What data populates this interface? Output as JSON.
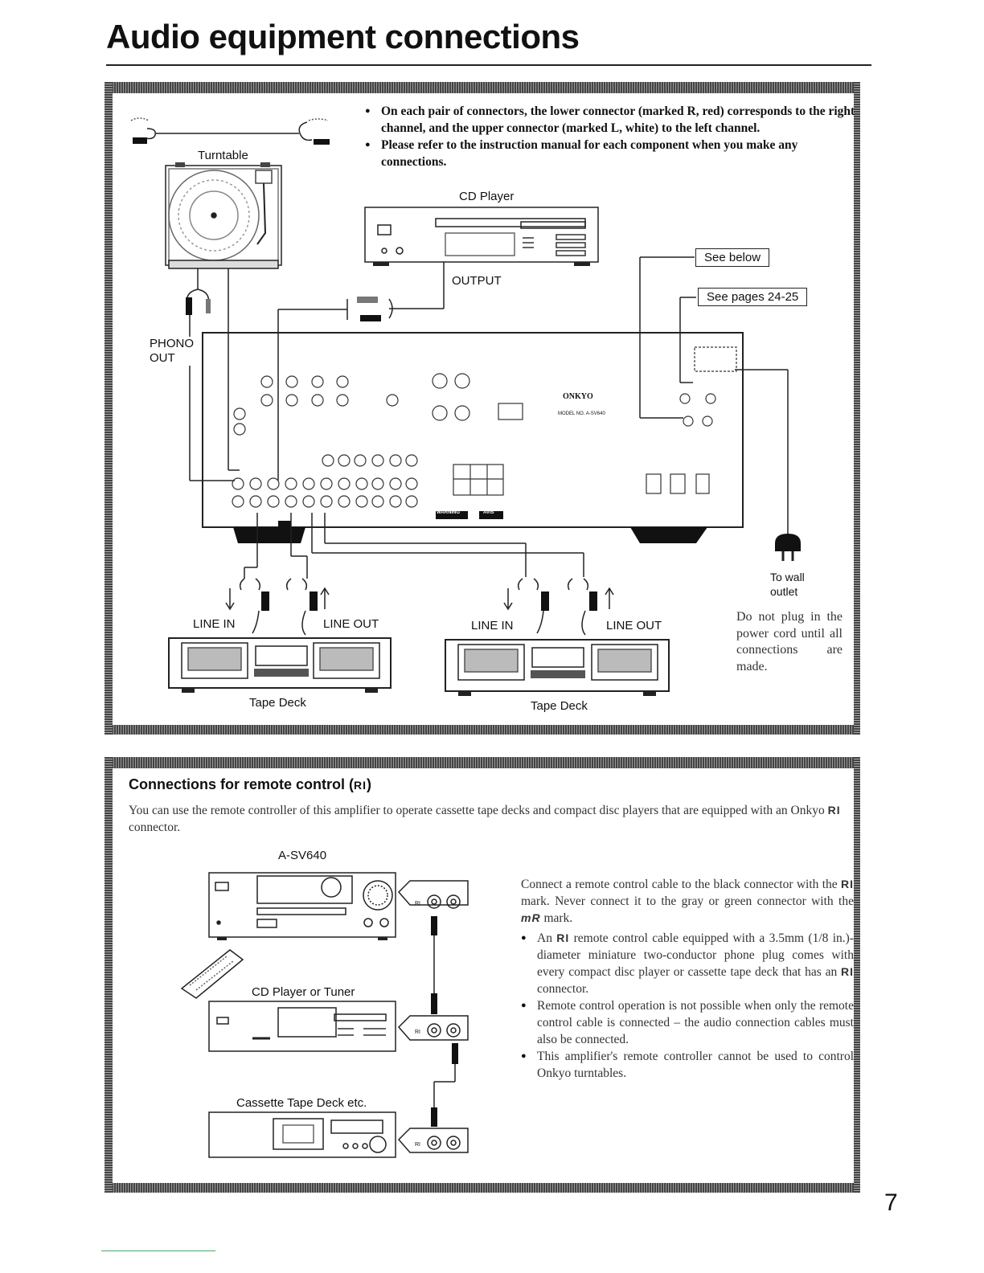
{
  "page": {
    "title": "Audio equipment connections",
    "number": "7"
  },
  "notes": [
    "On each pair of connectors, the lower connector (marked R, red) corresponds to the right channel, and the upper connector (marked L, white) to the left channel.",
    "Please refer to the instruction manual for each component when you make any connections."
  ],
  "diagram": {
    "turntable_label": "Turntable",
    "cd_player_label": "CD Player",
    "output_label": "OUTPUT",
    "phono_out_label": "PHONO\nOUT",
    "see_below": "See below",
    "see_pages": "See pages 24-25",
    "line_in_1": "LINE IN",
    "line_out_1": "LINE OUT",
    "line_in_2": "LINE IN",
    "line_out_2": "LINE OUT",
    "tape_deck_1": "Tape Deck",
    "tape_deck_2": "Tape Deck",
    "to_wall_outlet": "To wall\noutlet",
    "power_warning": "Do not plug in the power cord until all connections are made.",
    "brand": "ONKYO",
    "model": "MODEL NO. A-SV640",
    "warning_tag": "WARNING",
    "avis_tag": "AVIS"
  },
  "remote_section": {
    "title": "Connections for remote control (",
    "title_end": ")",
    "ri_mark": "RI",
    "intro_1": "You can use the remote controller of this amplifier to operate cassette tape decks and compact disc players that are equipped with an Onkyo",
    "intro_2": "connector.",
    "model_label": "A-SV640",
    "cd_tuner_label": "CD Player or Tuner",
    "cassette_label": "Cassette Tape Deck etc.",
    "connect_text_1": "Connect a remote control cable to the black connector with the",
    "connect_text_2": "mark. Never connect it to the gray or green connector with the",
    "connect_text_3": "mark.",
    "mr_mark": "mR",
    "bullets": [
      {
        "pre": "An",
        "post": "remote control cable equipped with a 3.5mm (1/8 in.)-diameter miniature two-conductor phone plug comes with every compact disc player or cassette tape deck that has an",
        "end": "connector."
      },
      {
        "text": "Remote control operation is not possible when only the remote control cable is connected – the audio connection cables must also be connected."
      },
      {
        "text": "This amplifier's remote controller cannot be used to control Onkyo turntables."
      }
    ]
  }
}
